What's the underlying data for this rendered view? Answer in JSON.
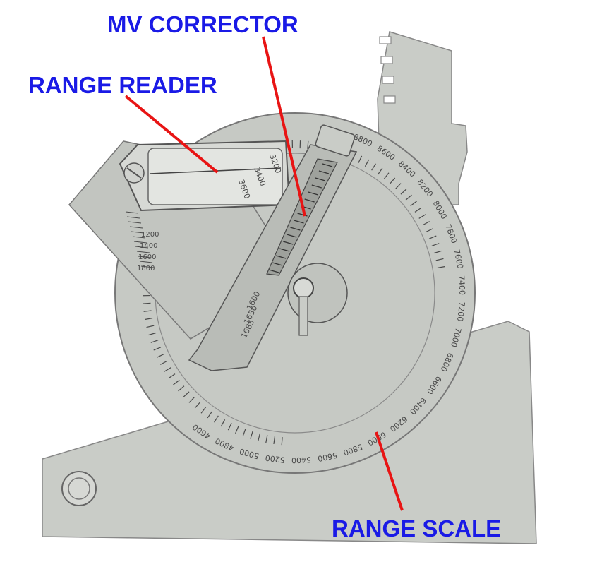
{
  "colors": {
    "background": "#ffffff",
    "metal": "#c9ccc7",
    "metal_dark": "#b2b5b0",
    "ink": "#4a4a4a",
    "callout_text": "#1a1ae6",
    "callout_line": "#e81414"
  },
  "callouts": {
    "mv_corrector": "MV CORRECTOR",
    "range_reader": "RANGE READER",
    "range_scale": "RANGE SCALE"
  },
  "range_scale_labels": [
    "4600",
    "4800",
    "5000",
    "5200",
    "5400",
    "5600",
    "5800",
    "6000",
    "6200",
    "6400",
    "6600",
    "6800",
    "7000",
    "7200",
    "7400",
    "7600",
    "7800",
    "8000",
    "8200",
    "8400",
    "8600",
    "8800"
  ],
  "mv_corrector_labels": [
    "1600",
    "1650",
    "1685"
  ],
  "range_reader_labels": [
    "3200",
    "3400",
    "3600"
  ],
  "left_quadrant_labels": [
    "1200",
    "1400",
    "1600",
    "1800"
  ]
}
